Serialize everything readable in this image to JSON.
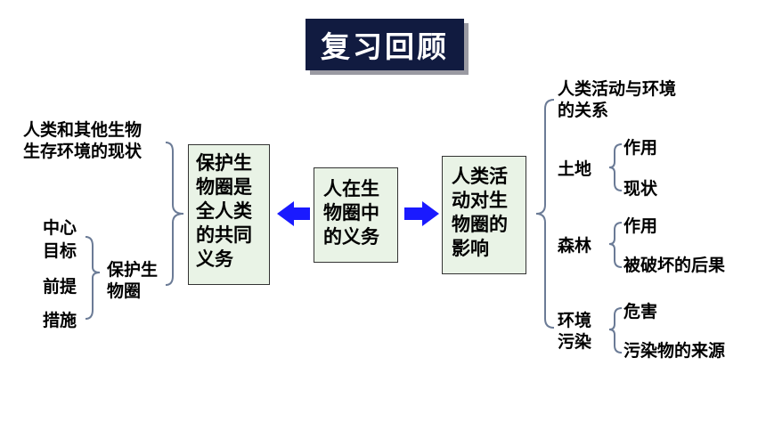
{
  "title": "复习回顾",
  "left": {
    "top_label": [
      "人类和其他生物",
      "生存环境的现状"
    ],
    "sub_items": [
      "中心",
      "目标",
      "前提",
      "措施"
    ],
    "sub_label": [
      "保护生",
      "物圈"
    ]
  },
  "boxes": {
    "left": [
      "保护生",
      "物圈是",
      "全人类",
      "的共同",
      "义务"
    ],
    "center": [
      "人在生",
      "物圈中",
      "的义务"
    ],
    "right": [
      "人类活",
      "动对生",
      "物圈的",
      "影响"
    ]
  },
  "right": {
    "item1": [
      "人类活动与环境",
      "的关系"
    ],
    "land": {
      "label": "土地",
      "items": [
        "作用",
        "现状"
      ]
    },
    "forest": {
      "label": "森林",
      "items": [
        "作用",
        "被破坏的后果"
      ]
    },
    "pollution": {
      "label": [
        "环境",
        "污染"
      ],
      "items": [
        "危害",
        "污染物的来源"
      ]
    }
  },
  "colors": {
    "title_bg": "#111b40",
    "box_bg": "#e9f3e6",
    "arrow": "#1a1aff",
    "bracket": "#6b7b96"
  }
}
